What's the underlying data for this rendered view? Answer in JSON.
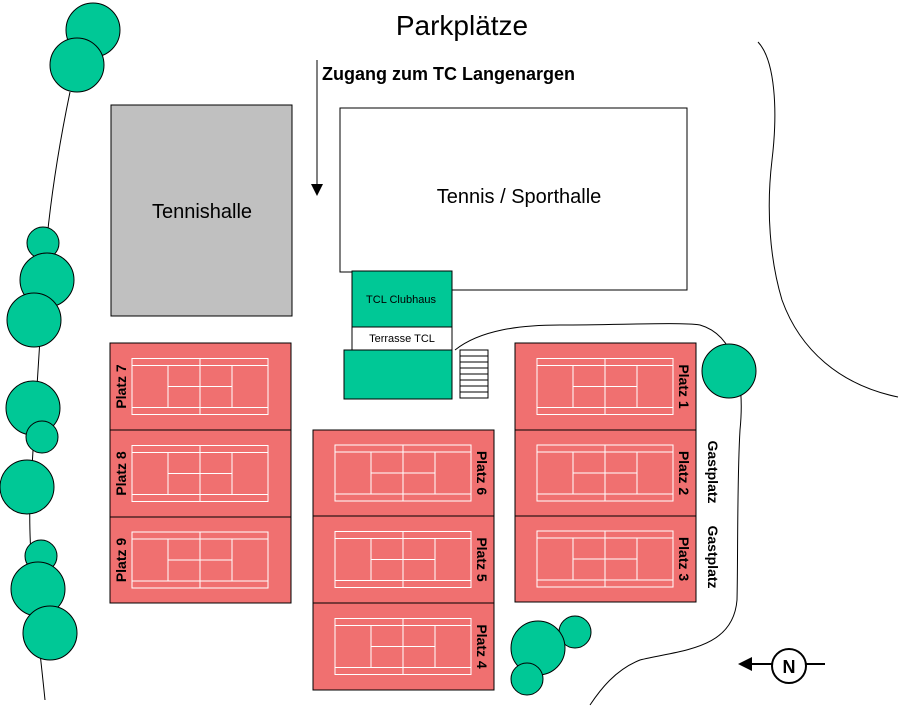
{
  "title": "Parkplätze",
  "access_label": "Zugang zum TC Langenargen",
  "buildings": {
    "tennishalle": "Tennishalle",
    "sporthalle": "Tennis / Sporthalle",
    "clubhaus": "TCL Clubhaus",
    "terrasse": "Terrasse TCL"
  },
  "courts": {
    "platz1": "Platz 1",
    "platz2": "Platz 2",
    "platz3": "Platz 3",
    "platz4": "Platz 4",
    "platz5": "Platz 5",
    "platz6": "Platz 6",
    "platz7": "Platz 7",
    "platz8": "Platz 8",
    "platz9": "Platz 9"
  },
  "guest_labels": [
    "Gastplatz",
    "Gastplatz"
  ],
  "compass": {
    "letter": "N"
  },
  "colors": {
    "court": "#f07070",
    "tree": "#00c896",
    "clubhouse": "#00c896",
    "tennishalle": "#c0c0c0"
  }
}
